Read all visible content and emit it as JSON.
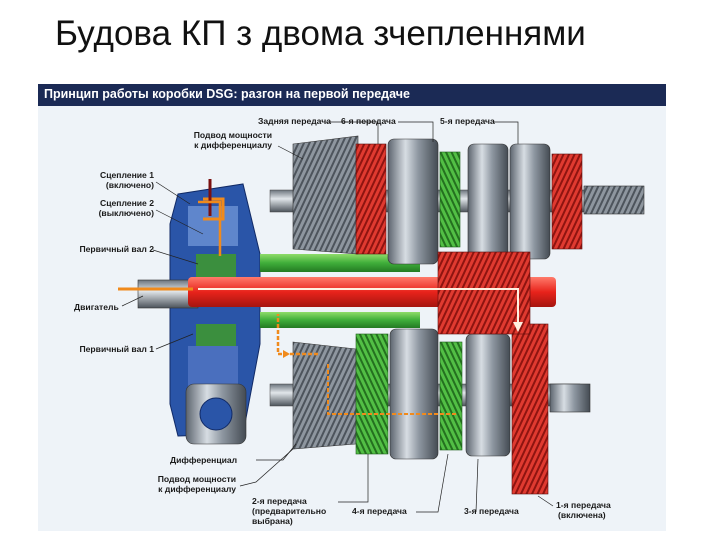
{
  "slide": {
    "title": "Будова КП з двома зчепленнями"
  },
  "figure": {
    "banner": "Принцип работы коробки DSG: разгон на первой передаче",
    "labels": {
      "zadnyaya": "Задняя передача",
      "gear6": "6-я передача",
      "gear5": "5-я передача",
      "podvod_top_1": "Подвод мощности",
      "podvod_top_2": "к дифференциалу",
      "sceplenie1_1": "Сцепление 1",
      "sceplenie1_2": "(включено)",
      "sceplenie2_1": "Сцепление 2",
      "sceplenie2_2": "(выключено)",
      "shaft2": "Первичный вал 2",
      "engine": "Двигатель",
      "shaft1": "Первичный вал 1",
      "differential": "Дифференциал",
      "podvod_bottom_1": "Подвод мощности",
      "podvod_bottom_2": "к дифференциалу",
      "gear2_1": "2-я передача",
      "gear2_2": "(предварительно",
      "gear2_3": "выбрана)",
      "gear4": "4-я передача",
      "gear3": "3-я передача",
      "gear1_1": "1-я передача",
      "gear1_2": "(включена)"
    },
    "colors": {
      "banner": "#1b2a55",
      "power_flow": "#e8231b",
      "preselect": "#f08a1c",
      "clutch_blue": "#2a55a8",
      "gear_green": "#3fae3a",
      "gear_red": "#d92424",
      "steel": "#9aa3ad"
    }
  }
}
